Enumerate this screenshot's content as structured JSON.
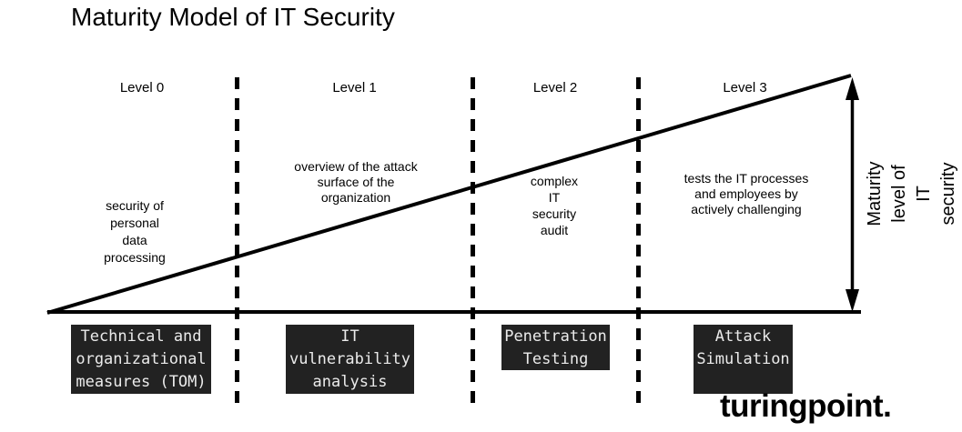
{
  "title": "Maturity Model of IT Security",
  "levels": [
    {
      "label": "Level 0",
      "description": "security of\npersonal\ndata\nprocessing",
      "box_label": "Technical and\norganizational\nmeasures (TOM)"
    },
    {
      "label": "Level 1",
      "description": "overview of the attack\nsurface of the\norganization",
      "box_label": "IT\nvulnerability\nanalysis"
    },
    {
      "label": "Level 2",
      "description": "complex\nIT\nsecurity\naudit",
      "box_label": "Penetration\nTesting"
    },
    {
      "label": "Level 3",
      "description": "tests the IT processes\nand employees by\nactively challenging",
      "box_label": "Attack\nSimulation"
    }
  ],
  "y_axis": {
    "label": "Maturity\nlevel of\nIT\nsecurity"
  },
  "logo_text": "turingpoint.",
  "colors": {
    "background": "#ffffff",
    "ink": "#000000",
    "box_background": "#222222",
    "box_text": "#ebebeb"
  }
}
